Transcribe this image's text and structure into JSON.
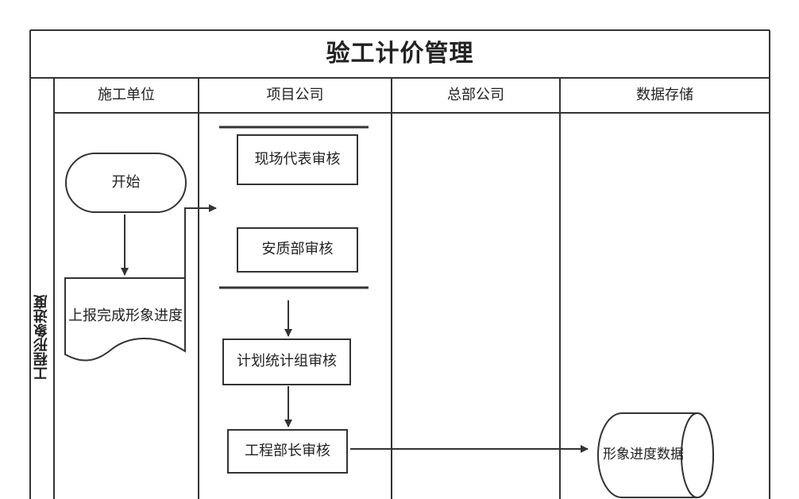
{
  "title": "验工计价管理",
  "row_label": "工程形象进度",
  "lanes": [
    "施工单位",
    "项目公司",
    "总部公司",
    "数据存储"
  ],
  "nodes": {
    "start": "开始",
    "report": "上报完成形象进度",
    "site_rep_review": "现场代表审核",
    "safety_dept_review": "安质部审核",
    "plan_stats_review": "计划统计组审核",
    "eng_dept_head_review": "工程部长审核",
    "storage": "形象进度数据"
  },
  "colors": {
    "stroke": "#333333",
    "background": "#ffffff",
    "text": "#222222"
  }
}
